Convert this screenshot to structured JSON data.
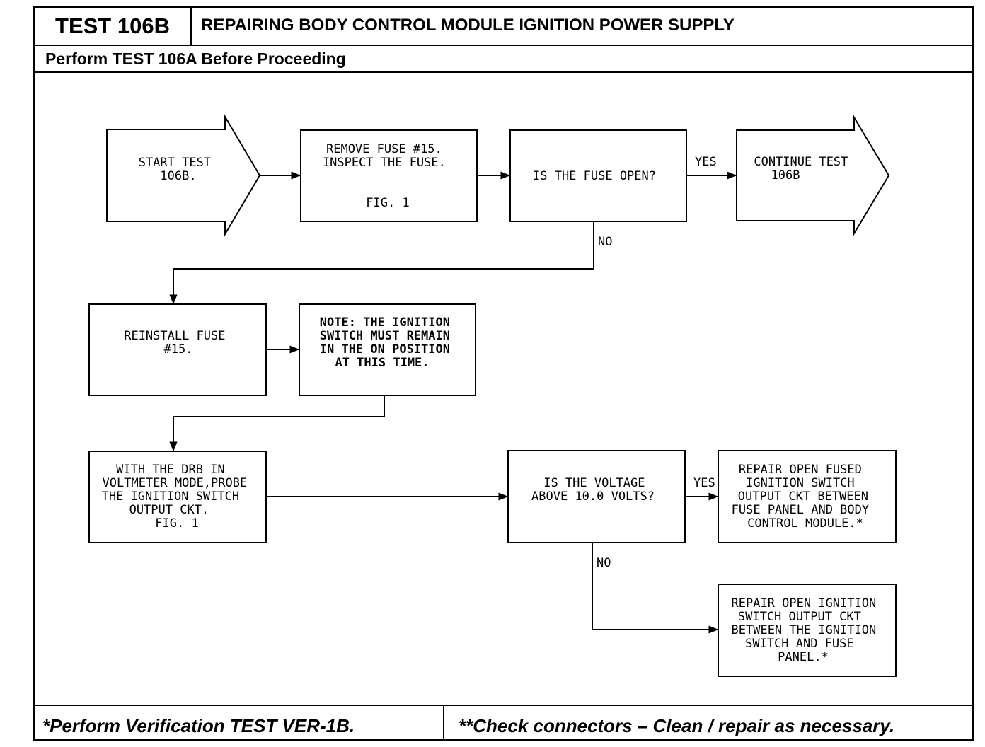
{
  "header": {
    "test_id": "TEST 106B",
    "title": "REPAIRING BODY CONTROL MODULE IGNITION POWER SUPPLY",
    "prerequisite": "Perform TEST 106A Before Proceeding"
  },
  "flowchart": {
    "start": [
      "START TEST",
      "106B."
    ],
    "remove_fuse": [
      "REMOVE FUSE #15.",
      "INSPECT THE FUSE.",
      "",
      "FIG. 1"
    ],
    "fuse_open_question": [
      "IS THE FUSE OPEN?"
    ],
    "continue": [
      "CONTINUE TEST",
      "106B"
    ],
    "reinstall": [
      "REINSTALL FUSE",
      "#15."
    ],
    "note": [
      "NOTE: THE IGNITION",
      "SWITCH MUST REMAIN",
      "IN THE ON POSITION",
      "AT THIS TIME."
    ],
    "probe": [
      "WITH THE DRB IN",
      "VOLTMETER MODE,PROBE",
      "THE IGNITION SWITCH",
      "OUTPUT CKT.",
      "FIG. 1"
    ],
    "voltage_question": [
      "IS THE VOLTAGE",
      "ABOVE 10.0 VOLTS?"
    ],
    "repair_fused": [
      "REPAIR OPEN FUSED",
      "IGNITION SWITCH",
      "OUTPUT CKT BETWEEN",
      "FUSE PANEL AND BODY",
      "CONTROL MODULE.*"
    ],
    "repair_open": [
      "REPAIR OPEN IGNITION",
      "SWITCH OUTPUT CKT",
      "BETWEEN THE IGNITION",
      "SWITCH AND FUSE",
      "PANEL.*"
    ],
    "labels": {
      "yes_1": "YES",
      "no_1": "NO",
      "yes_2": "YES",
      "no_2": "NO"
    }
  },
  "footer": {
    "left": "*Perform Verification TEST VER-1B.",
    "right": "**Check connectors – Clean / repair as necessary."
  }
}
